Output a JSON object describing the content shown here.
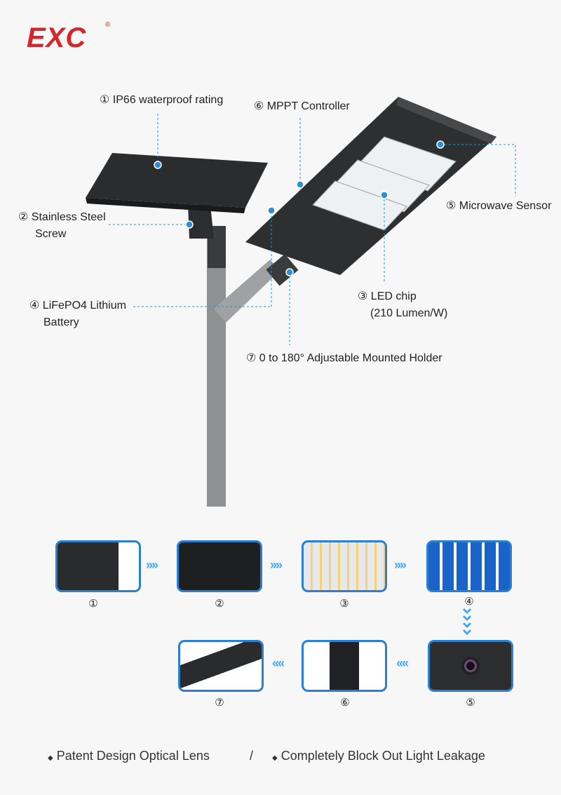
{
  "brand": {
    "name": "EXC",
    "registered": "®",
    "color": "#d3272c"
  },
  "callouts": [
    {
      "num": "①",
      "text": "IP66 waterproof rating"
    },
    {
      "num": "②",
      "text": "Stainless Steel",
      "text2": "Screw"
    },
    {
      "num": "③",
      "text": "LED chip",
      "text2": "(210 Lumen/W)"
    },
    {
      "num": "④",
      "text": "LiFePO4 Lithium",
      "text2": "Battery"
    },
    {
      "num": "⑤",
      "text": "Microwave Sensor"
    },
    {
      "num": "⑥",
      "text": "MPPT Controller"
    },
    {
      "num": "⑦",
      "text": "0 to 180° Adjustable Mounted Holder"
    }
  ],
  "flow": {
    "steps": [
      "①",
      "②",
      "③",
      "④",
      "⑤",
      "⑥",
      "⑦"
    ],
    "arrow_right": "»»»",
    "arrow_left": "«««",
    "arrow_down": "⌄"
  },
  "footer": {
    "items": [
      "Patent Design Optical Lens",
      "Completely Block Out Light Leakage"
    ],
    "separator": "/",
    "bullet": "◆"
  },
  "colors": {
    "accent": "#2a7fd0",
    "line": "#2a8fd8"
  }
}
